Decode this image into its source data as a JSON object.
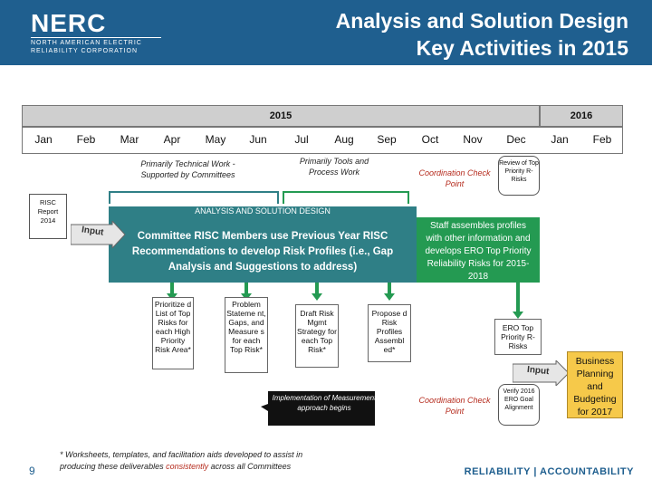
{
  "header": {
    "logo": "NERC",
    "logo_sub": "NORTH AMERICAN ELECTRIC RELIABILITY CORPORATION",
    "title": "Analysis and Solution Design\nKey Activities in 2015"
  },
  "timeline": {
    "year_2015": "2015",
    "year_2016": "2016",
    "months": [
      "Jan",
      "Feb",
      "Mar",
      "Apr",
      "May",
      "Jun",
      "Jul",
      "Aug",
      "Sep",
      "Oct",
      "Nov",
      "Dec",
      "Jan",
      "Feb"
    ]
  },
  "phases": {
    "technical": "Primarily Technical Work - Supported by Committees",
    "tools": "Primarily Tools and Process Work",
    "checkpoint_top": "Coordination Check Point",
    "checkpoint_bottom": "Coordination Check Point",
    "review": "Review of Top Priority R-Risks"
  },
  "band": {
    "title": "ANALYSIS AND SOLUTION DESIGN",
    "main": "Committee RISC Members use Previous Year RISC Recommendations to develop Risk Profiles (i.e., Gap Analysis and Suggestions to address)",
    "staff": "Staff assembles profiles with other information and develops ERO Top Priority Reliability Risks for 2015-2018"
  },
  "inputs": {
    "risc_report": "RISC Report 2014",
    "input_left": "Input",
    "input_right": "Input"
  },
  "deliverables": {
    "prioritize": "Prioritize d List of Top Risks for each High Priority Risk Area*",
    "problem": "Problem Stateme nt, Gaps, and Measure s for each Top Risk*",
    "draft": "Draft Risk Mgmt Strategy for each Top Risk*",
    "propose": "Propose d Risk Profiles Assembl ed*",
    "ero": "ERO Top Priority R-Risks",
    "verify": "Verify 2016 ERO Goal Alignment",
    "business": "Business Planning and Budgeting for 2017",
    "implementation": "Implementation of Measurement approach begins"
  },
  "footnote": {
    "prefix": "* Worksheets, templates, and facilitation aids developed to assist in producing these deliverables ",
    "emph": "consistently",
    "suffix": " across all Committees"
  },
  "footer": {
    "page": "9",
    "tagline": "RELIABILITY | ACCOUNTABILITY"
  },
  "colors": {
    "brand": "#1f5f8f",
    "teal": "#2f7f86",
    "green": "#249a52",
    "business": "#f6c94a",
    "checkpoint": "#b52a1c"
  }
}
